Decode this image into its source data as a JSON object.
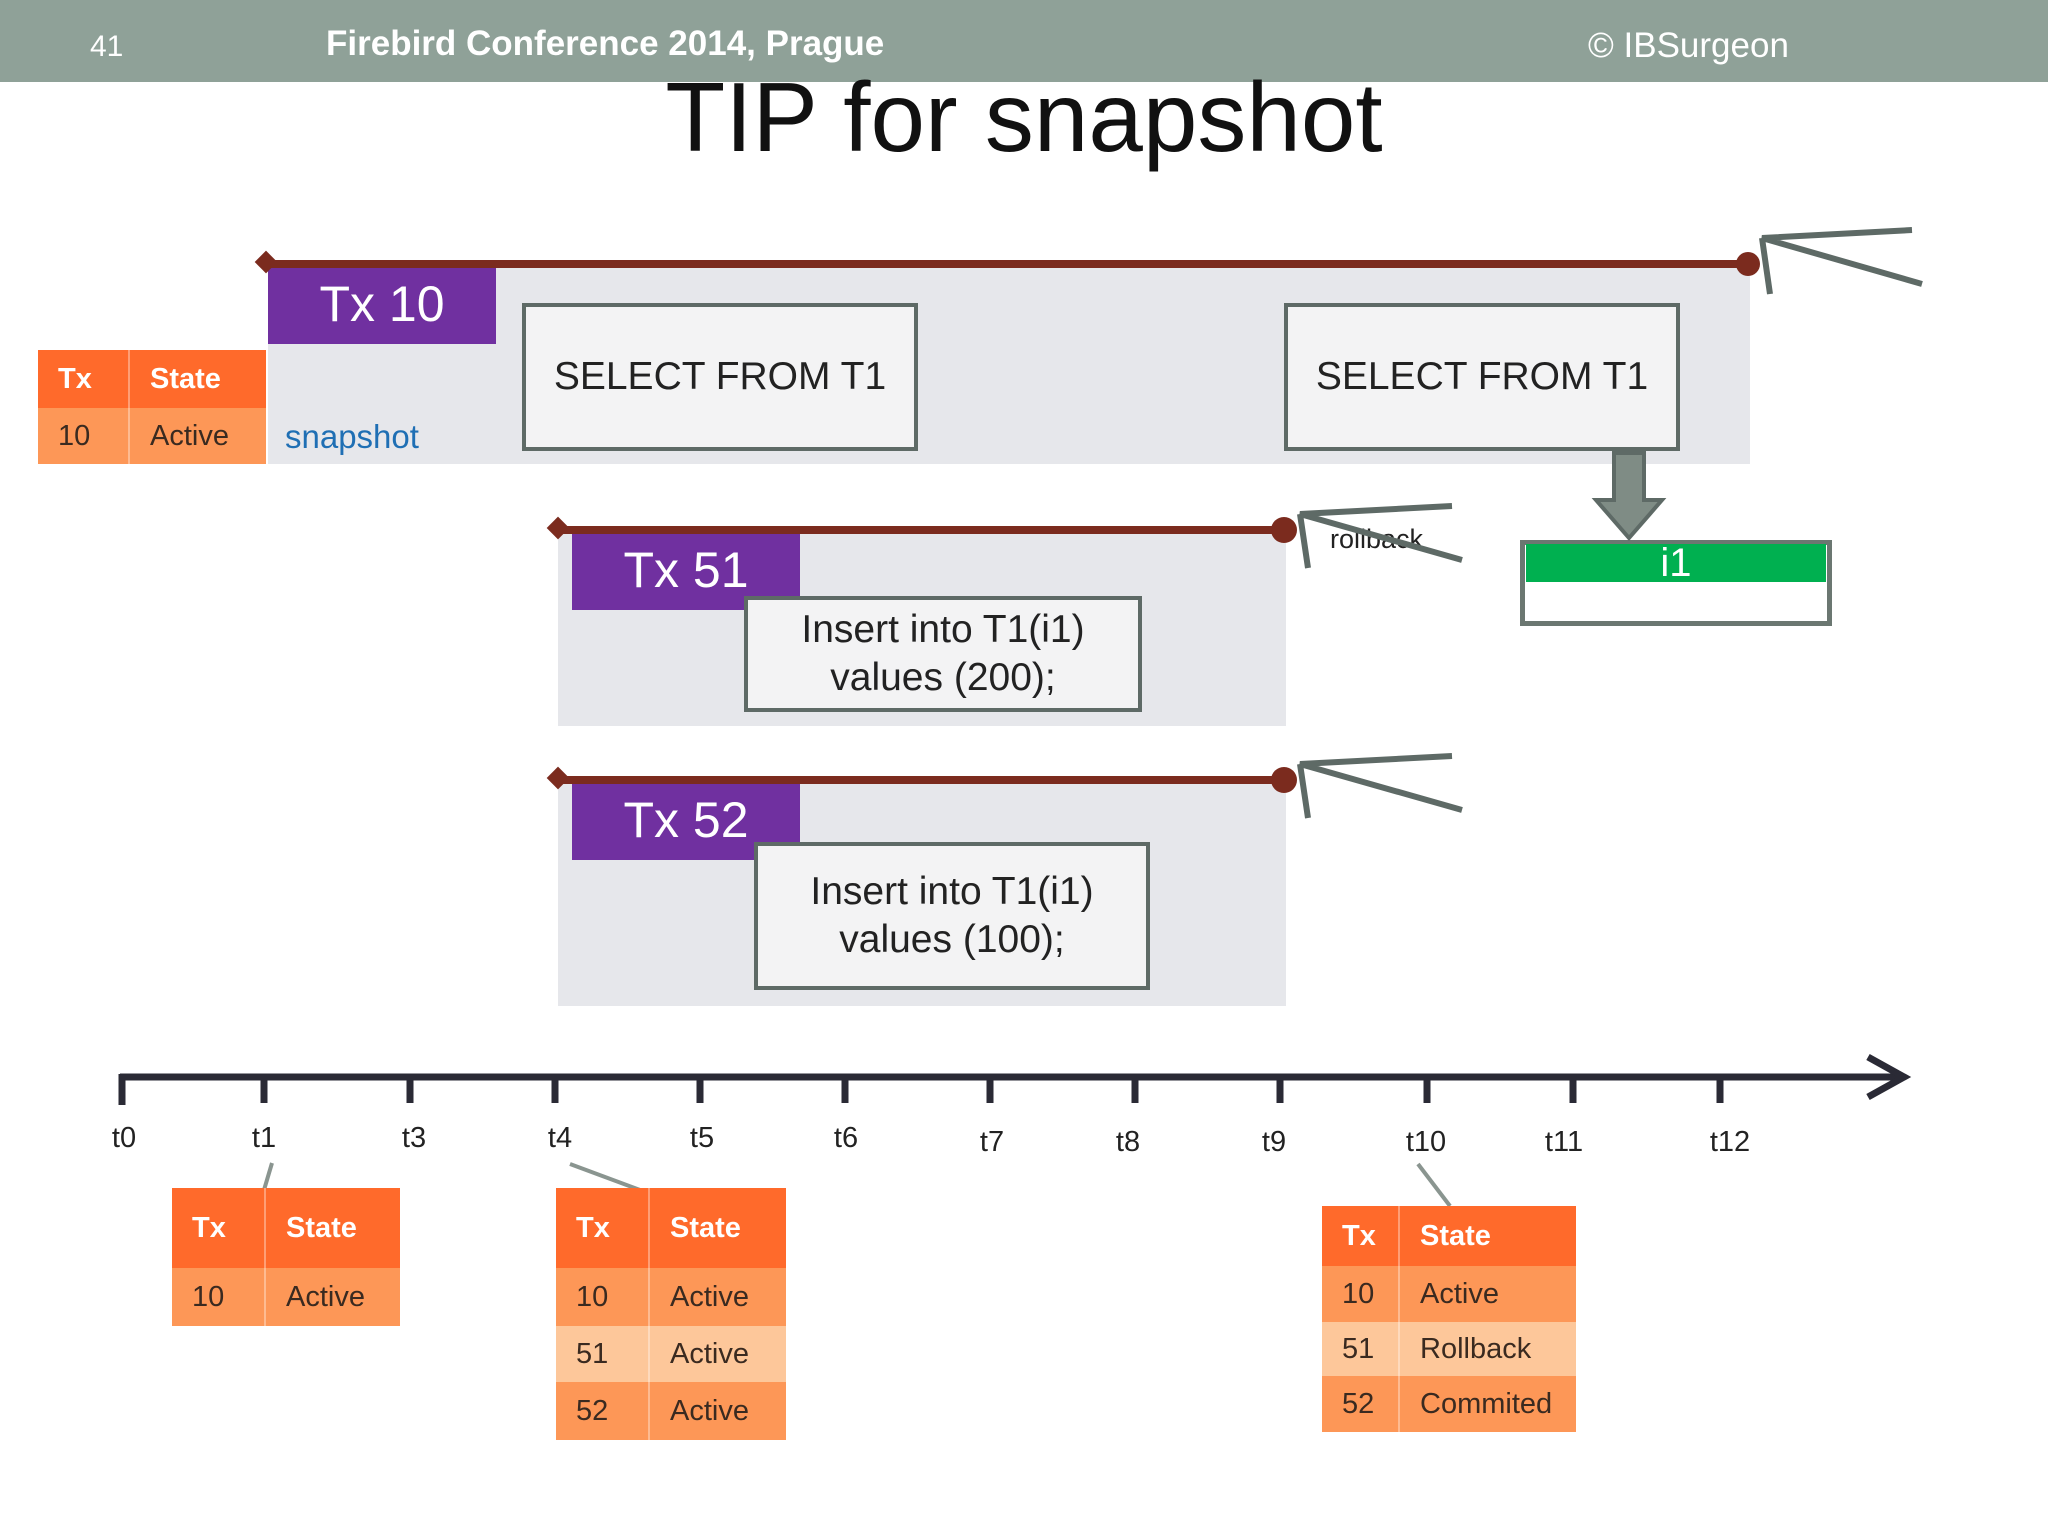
{
  "header": {
    "slide_number": "41",
    "conference": "Firebird Conference 2014, Prague",
    "copyright": "© IBSurgeon"
  },
  "title": "TIP for snapshot",
  "transactions": [
    {
      "label": "Tx 10",
      "statements": [
        "SELECT FROM T1",
        "SELECT FROM T1"
      ],
      "note": "snapshot"
    },
    {
      "label": "Tx 51",
      "statement_line1": "Insert into T1(i1)",
      "statement_line2": "values (200);",
      "end": "rollback"
    },
    {
      "label": "Tx 52",
      "statement_line1": "Insert into T1(i1)",
      "statement_line2": "values (100);"
    }
  ],
  "record": {
    "label": "i1"
  },
  "timeline": {
    "ticks": [
      "t0",
      "t1",
      "t3",
      "t4",
      "t5",
      "t6",
      "t7",
      "t8",
      "t9",
      "t10",
      "t11",
      "t12"
    ]
  },
  "tip_tables": {
    "top": {
      "headers": [
        "Tx",
        "State"
      ],
      "rows": [
        [
          "10",
          "Active"
        ]
      ]
    },
    "t1": {
      "headers": [
        "Tx",
        "State"
      ],
      "rows": [
        [
          "10",
          "Active"
        ]
      ]
    },
    "t4": {
      "headers": [
        "Tx",
        "State"
      ],
      "rows": [
        [
          "10",
          "Active"
        ],
        [
          "51",
          "Active"
        ],
        [
          "52",
          "Active"
        ]
      ]
    },
    "t10": {
      "headers": [
        "Tx",
        "State"
      ],
      "rows": [
        [
          "10",
          "Active"
        ],
        [
          "51",
          "Rollback"
        ],
        [
          "52",
          "Commited"
        ]
      ]
    }
  },
  "colors": {
    "header_bg": "#8fa198",
    "tx_label": "#7030a0",
    "lifeline": "#7b2b1e",
    "table_header": "#ff6a2b",
    "record_green": "#00b050"
  }
}
